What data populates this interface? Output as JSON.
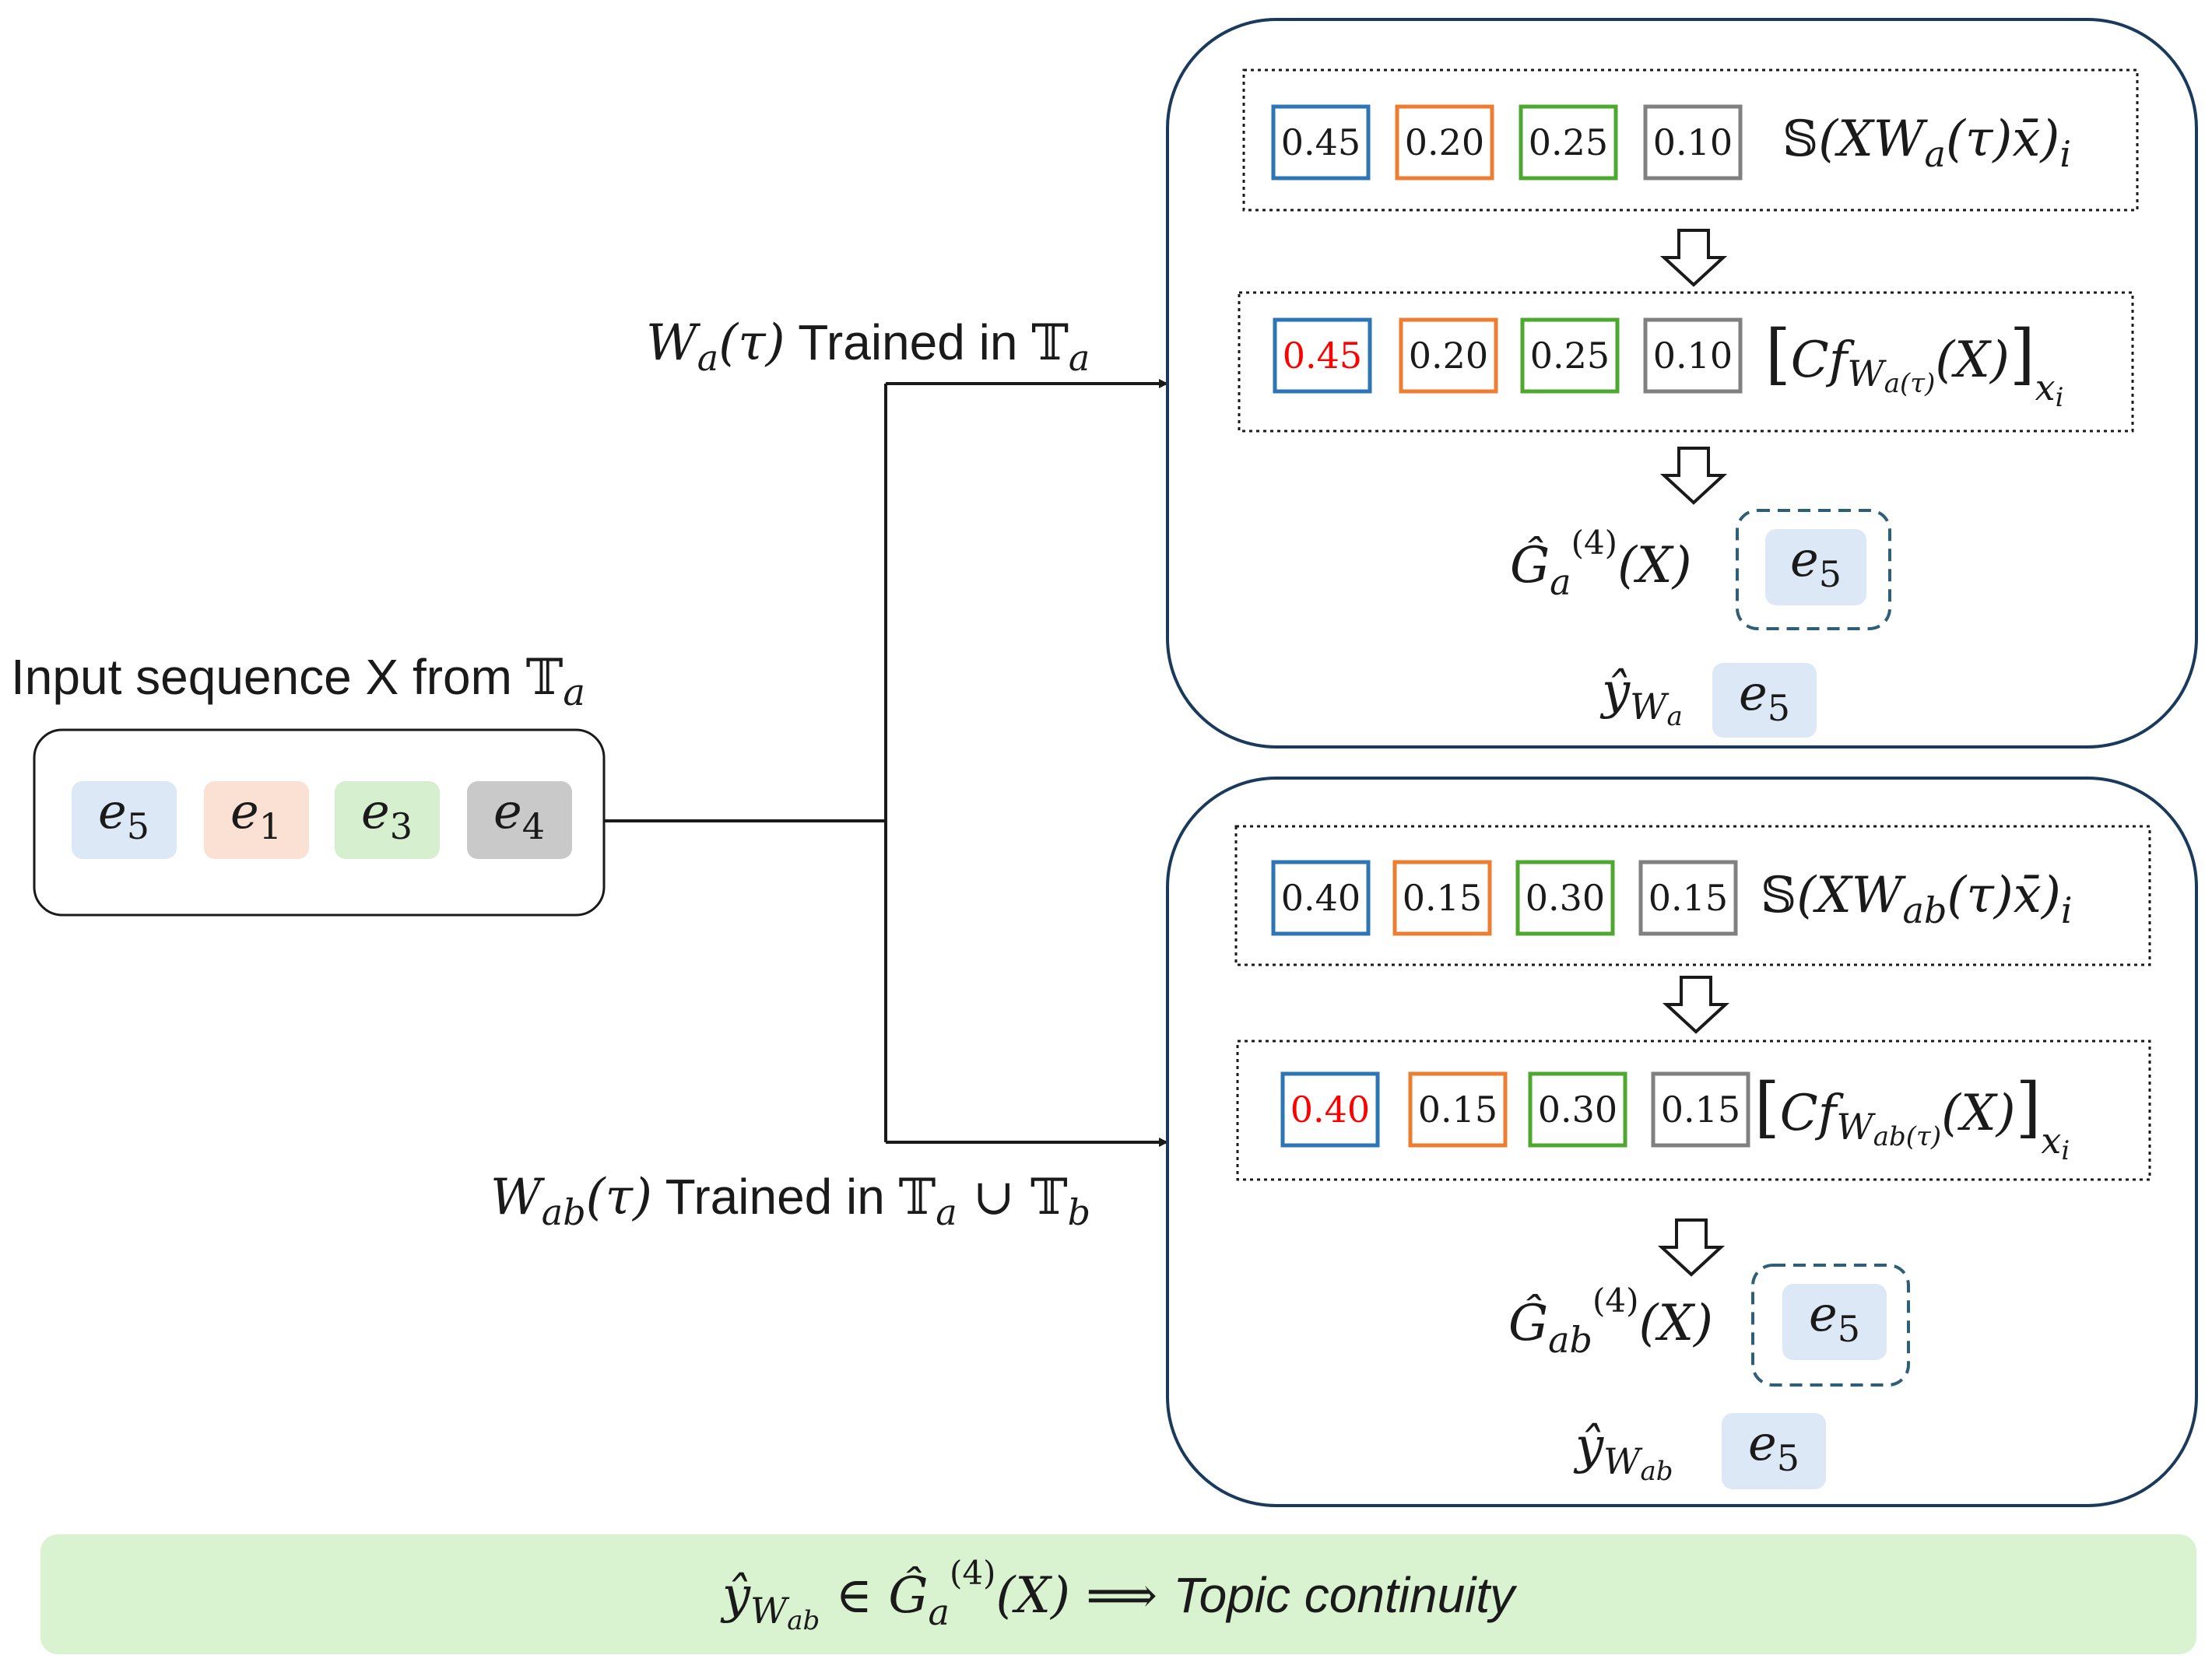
{
  "input": {
    "caption_text": "Input sequence X from ",
    "caption_set": "𝕋",
    "caption_sub": "a",
    "tokens": [
      {
        "base": "e",
        "sub": "5",
        "color": "#dce8f5"
      },
      {
        "base": "e",
        "sub": "1",
        "color": "#fbe1d3"
      },
      {
        "base": "e",
        "sub": "3",
        "color": "#d6f0cf"
      },
      {
        "base": "e",
        "sub": "4",
        "color": "#c9c9c9"
      }
    ]
  },
  "branches": {
    "top_label": {
      "w": "W",
      "w_sub": "a",
      "tau": "(τ)",
      "text": " Trained in ",
      "set": "𝕋",
      "set_sub": "a"
    },
    "bottom_label": {
      "w": "W",
      "w_sub": "ab",
      "tau": "(τ)",
      "text": " Trained in ",
      "set1": "𝕋",
      "set1_sub": "a",
      "union": " ∪ ",
      "set2": "𝕋",
      "set2_sub": "b"
    }
  },
  "panels": [
    {
      "scores": [
        "0.45",
        "0.20",
        "0.25",
        "0.10"
      ],
      "score_colors": [
        "#2e75b6",
        "#ed7d31",
        "#4ea72e",
        "#808080"
      ],
      "cf_values": [
        "0.45",
        "0.20",
        "0.25",
        "0.10"
      ],
      "cf_value_colors": [
        "#ff0000",
        "#1a1a1a",
        "#1a1a1a",
        "#1a1a1a"
      ],
      "softmax_label": {
        "sym": "𝕊",
        "main": "(XW",
        "sub": "a",
        "rest": "(τ)x̄)",
        "idx": "i"
      },
      "cf_label": {
        "open": "[",
        "cf": "Cf",
        "sub": "W",
        "subsub": "a(τ)",
        "arg": "(X)",
        "close": "]",
        "idx": "x",
        "idx_sub": "i"
      },
      "g_label": {
        "g": "Ĝ",
        "sub": "a",
        "sup": "(4)",
        "arg": "(X)"
      },
      "g_token": {
        "base": "e",
        "sub": "5"
      },
      "y_label": {
        "y": "ŷ",
        "sub": "W",
        "subsub": "a"
      },
      "y_token": {
        "base": "e",
        "sub": "5"
      }
    },
    {
      "scores": [
        "0.40",
        "0.15",
        "0.30",
        "0.15"
      ],
      "score_colors": [
        "#2e75b6",
        "#ed7d31",
        "#4ea72e",
        "#808080"
      ],
      "cf_values": [
        "0.40",
        "0.15",
        "0.30",
        "0.15"
      ],
      "cf_value_colors": [
        "#ff0000",
        "#1a1a1a",
        "#1a1a1a",
        "#1a1a1a"
      ],
      "softmax_label": {
        "sym": "𝕊",
        "main": "(XW",
        "sub": "ab",
        "rest": "(τ)x̄)",
        "idx": "i"
      },
      "cf_label": {
        "open": "[",
        "cf": "Cf",
        "sub": "W",
        "subsub": "ab(τ)",
        "arg": "(X)",
        "close": "]",
        "idx": "x",
        "idx_sub": "i"
      },
      "g_label": {
        "g": "Ĝ",
        "sub": "ab",
        "sup": "(4)",
        "arg": "(X)"
      },
      "g_token": {
        "base": "e",
        "sub": "5"
      },
      "y_label": {
        "y": "ŷ",
        "sub": "W",
        "subsub": "ab"
      },
      "y_token": {
        "base": "e",
        "sub": "5"
      }
    }
  ],
  "conclusion": {
    "y": "ŷ",
    "y_sub": "W",
    "y_subsub": "ab",
    "in": " ∈ ",
    "g": "Ĝ",
    "g_sub": "a",
    "g_sup": "(4)",
    "g_arg": "(X)",
    "implies": "  ⟹ ",
    "text": "Topic continuity",
    "bg": "#d9f2d0"
  },
  "colors": {
    "token_token_blue": "#dce8f5",
    "dashed": "#2f5f76",
    "stroke": "#1a1a1a"
  }
}
